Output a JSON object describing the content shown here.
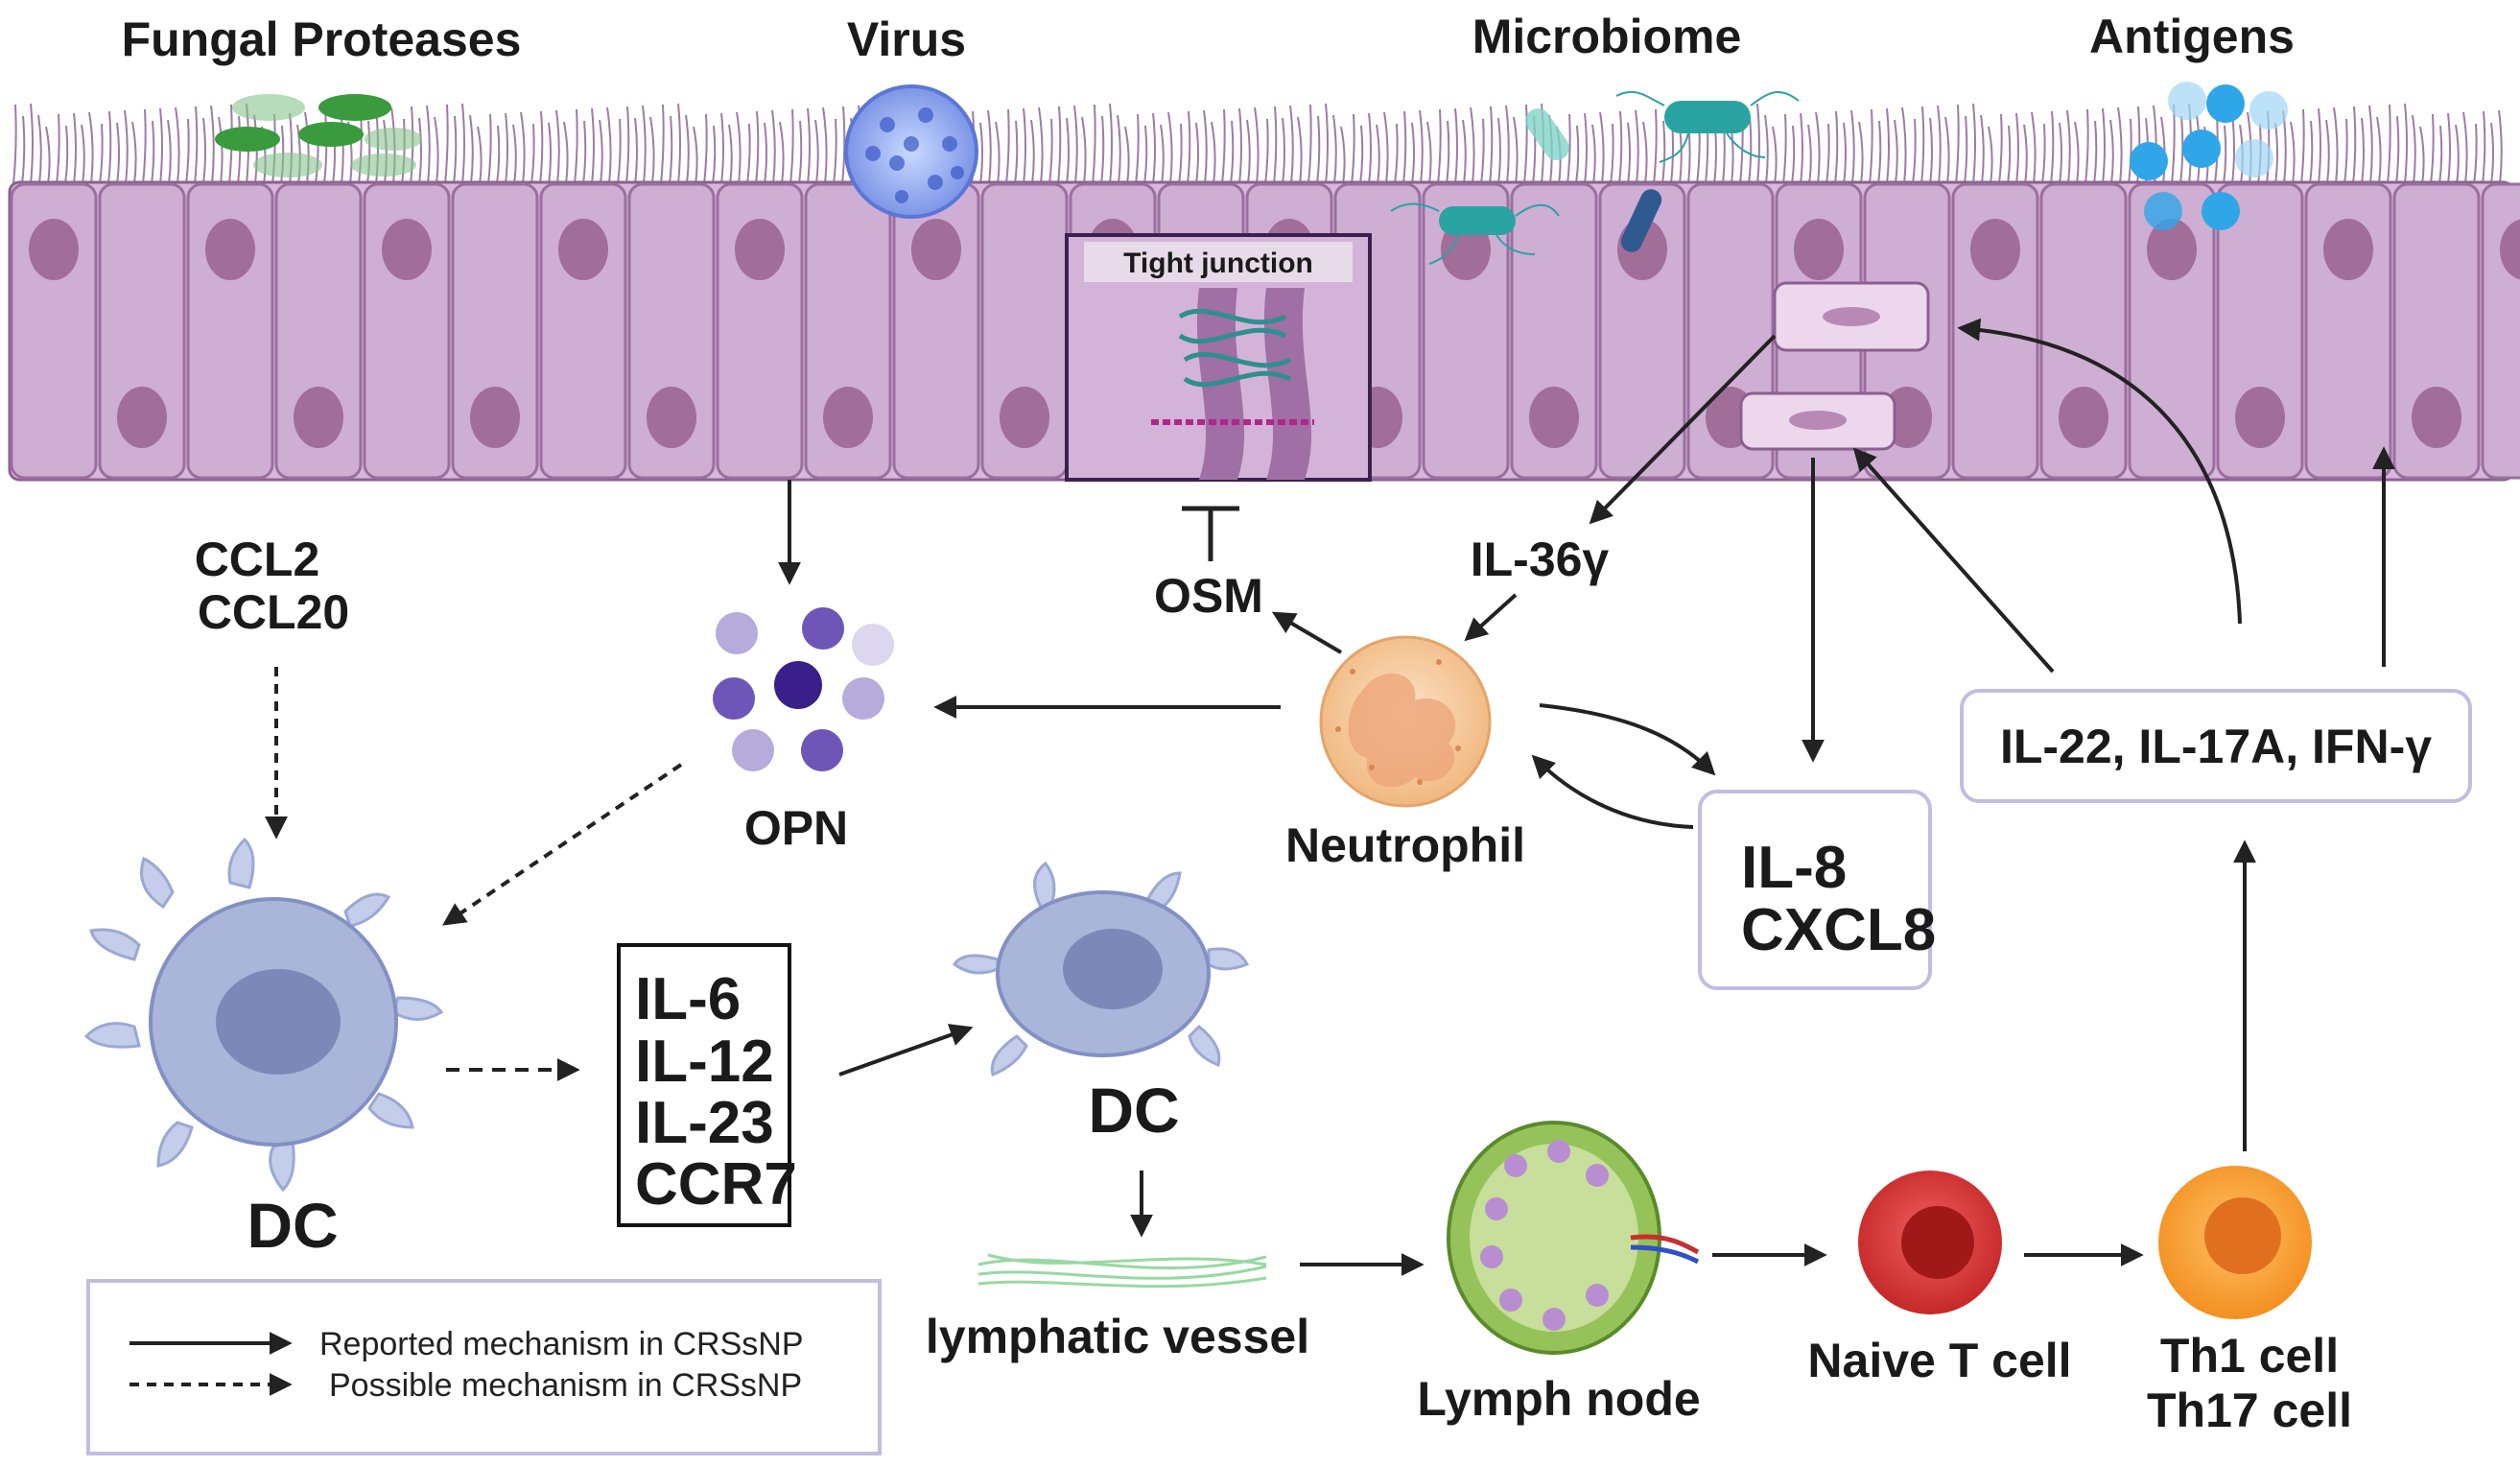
{
  "top_labels": {
    "fungal": "Fungal Proteases",
    "virus": "Virus",
    "microbiome": "Microbiome",
    "antigens": "Antigens"
  },
  "tight_junction": "Tight junction",
  "cytokines": {
    "ccl": [
      "CCL2",
      "CCL20"
    ],
    "osm": "OSM",
    "il36": "IL-36γ",
    "opn": "OPN",
    "il8_box": [
      "IL-8",
      "CXCL8"
    ],
    "th_cytokines": "IL-22, IL-17A, IFN-γ",
    "dc_factors": [
      "IL-6",
      "IL-12",
      "IL-23",
      "CCR7"
    ]
  },
  "cells": {
    "dc_left": "DC",
    "dc_right": "DC",
    "neutrophil": "Neutrophil",
    "naive_t": "Naive T cell",
    "th": [
      "Th1 cell",
      "Th17 cell"
    ],
    "lymph_node": "Lymph node",
    "lymphatic": "lymphatic vessel"
  },
  "legend": {
    "solid": "Reported mechanism in CRSsNP",
    "dashed": "Possible mechanism in CRSsNP"
  },
  "colors": {
    "epithelium": "#cfaed3",
    "epithelium_border": "#9a6f9f",
    "nucleus": "#a06e98",
    "dc_body": "#a9b6d9",
    "dc_nucleus": "#7d88b8",
    "neutrophil": "#f6c9a0",
    "naive_t": "#e04040",
    "th_cell": "#f5a040",
    "opn_dark": "#3a1f8a",
    "box_border": "#c2bde0"
  }
}
